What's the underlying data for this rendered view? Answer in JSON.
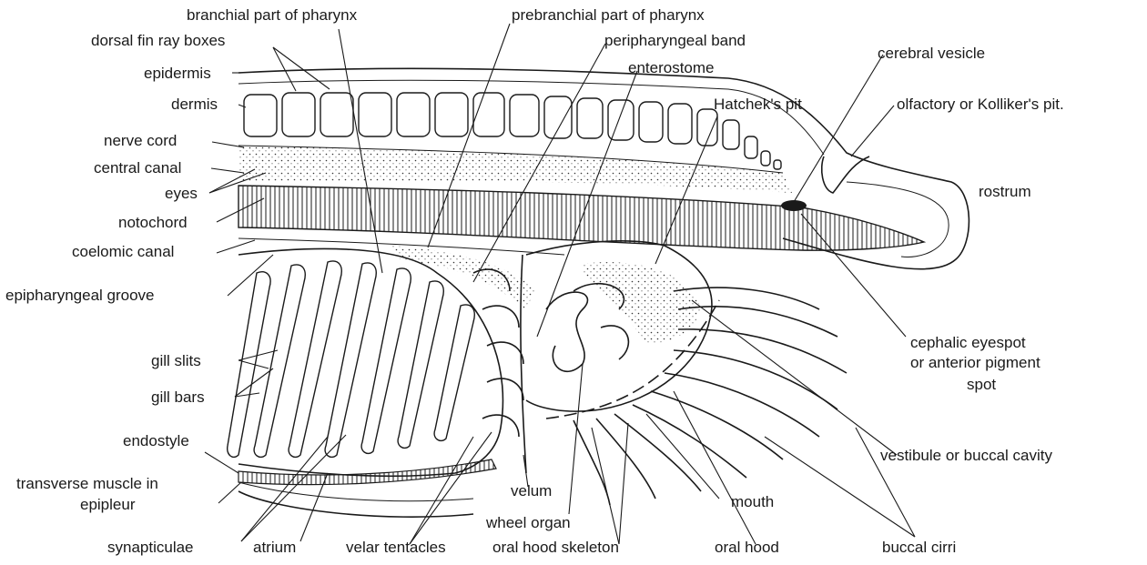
{
  "labels": {
    "branchial": "branchial part of pharynx",
    "prebranchial": "prebranchial part of pharynx",
    "dorsal_fin": "dorsal fin ray boxes",
    "peripharyngeal": "peripharyngeal band",
    "enterostome": "enterostome",
    "cerebral": "cerebral vesicle",
    "epidermis": "epidermis",
    "dermis": "dermis",
    "hatchek": "Hatchek's pit",
    "olfactory": "olfactory or  Kolliker's pit.",
    "nerve_cord": "nerve  cord",
    "central_canal": "central canal",
    "eyes": "eyes",
    "rostrum": "rostrum",
    "notochord": "notochord",
    "coelomic": "coelomic canal",
    "epipharyngeal": "epipharyngeal groove",
    "cephalic_1": "cephalic  eyespot",
    "cephalic_2": "or anterior  pigment",
    "cephalic_3": "spot",
    "gill_slits": "gill slits",
    "gill_bars": "gill bars",
    "endostyle": "endostyle",
    "vestibule": "vestibule or buccal cavity",
    "transverse_1": "transverse  muscle in",
    "transverse_2": "epipleur",
    "velum": "velum",
    "mouth": "mouth",
    "wheel": "wheel organ",
    "synapticulae": "synapticulae",
    "atrium": "atrium",
    "velar": "velar tentacles",
    "oral_skeleton": "oral hood skeleton",
    "oral_hood": "oral hood",
    "buccal_cirri": "buccal cirri"
  }
}
